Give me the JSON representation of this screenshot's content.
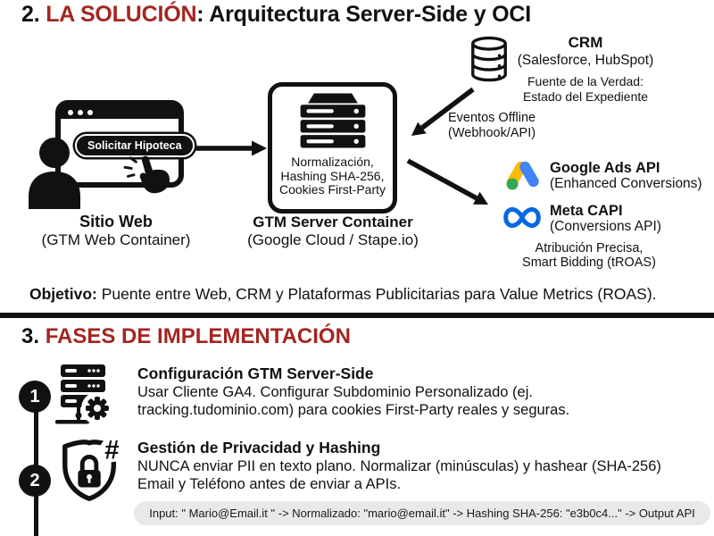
{
  "colors": {
    "accent_red": "#A32622",
    "ink_black": "#111111",
    "google_blue": "#4285F4",
    "google_yellow": "#FBBC04",
    "google_green": "#34A853",
    "meta_blue": "#0768E1",
    "code_box_bg": "#E9E9E9"
  },
  "header": {
    "prefix": "2. ",
    "highlight": "LA SOLUCIÓN",
    "rest": ": Arquitectura Server-Side y OCI"
  },
  "diagram": {
    "website": {
      "button": "Solicitar Hipoteca",
      "title": "Sitio Web",
      "subtitle": "(GTM Web Container)"
    },
    "gtm": {
      "line1": "Normalización,",
      "line2": "Hashing SHA-256,",
      "line3": "Cookies First-Party",
      "title": "GTM Server Container",
      "subtitle": "(Google Cloud / Stape.io)"
    },
    "crm": {
      "title": "CRM",
      "subtitle": "(Salesforce, HubSpot)",
      "note1": "Fuente de la Verdad:",
      "note2": "Estado del Expediente"
    },
    "offline_events": {
      "line1": "Eventos Offline",
      "line2": "(Webhook/API)"
    },
    "google_ads": {
      "title": "Google Ads API",
      "subtitle": "(Enhanced Conversions)"
    },
    "meta": {
      "title": "Meta CAPI",
      "subtitle": "(Conversions API)"
    },
    "platforms_note": {
      "line1": "Atribución Precisa,",
      "line2": "Smart Bidding (tROAS)"
    }
  },
  "objective": {
    "label": "Objetivo:",
    "text": " Puente entre Web, CRM y Plataformas Publicitarias para Value Metrics (ROAS)."
  },
  "phases_header": {
    "prefix": "3. ",
    "title": "FASES DE IMPLEMENTACIÓN"
  },
  "phases": {
    "p1": {
      "number": "1",
      "title": "Configuración GTM Server-Side",
      "line1": "Usar Cliente GA4. Configurar Subdominio Personalizado (ej.",
      "line2": "tracking.tudominio.com) para cookies First-Party reales y seguras."
    },
    "p2": {
      "number": "2",
      "title": "Gestión de Privacidad y Hashing",
      "line1": "NUNCA enviar PII en texto plano. Normalizar (minúsculas) y hashear (SHA-256)",
      "line2": "Email y Teléfono antes de enviar a APIs.",
      "code": "Input: \" Mario@Email.it \" -> Normalizado: \"mario@email.it\" -> Hashing SHA-256: \"e3b0c4...\" -> Output API"
    }
  },
  "icons": {
    "hash_symbol": "#",
    "website": "browser-window",
    "user": "person-silhouette",
    "click": "click-hand",
    "gtm": "server-stack",
    "crm": "database-cylinder",
    "google_ads": "google-ads-logo",
    "meta": "meta-infinity-logo",
    "phase1": "server-gear",
    "phase2": "shield-lock"
  }
}
